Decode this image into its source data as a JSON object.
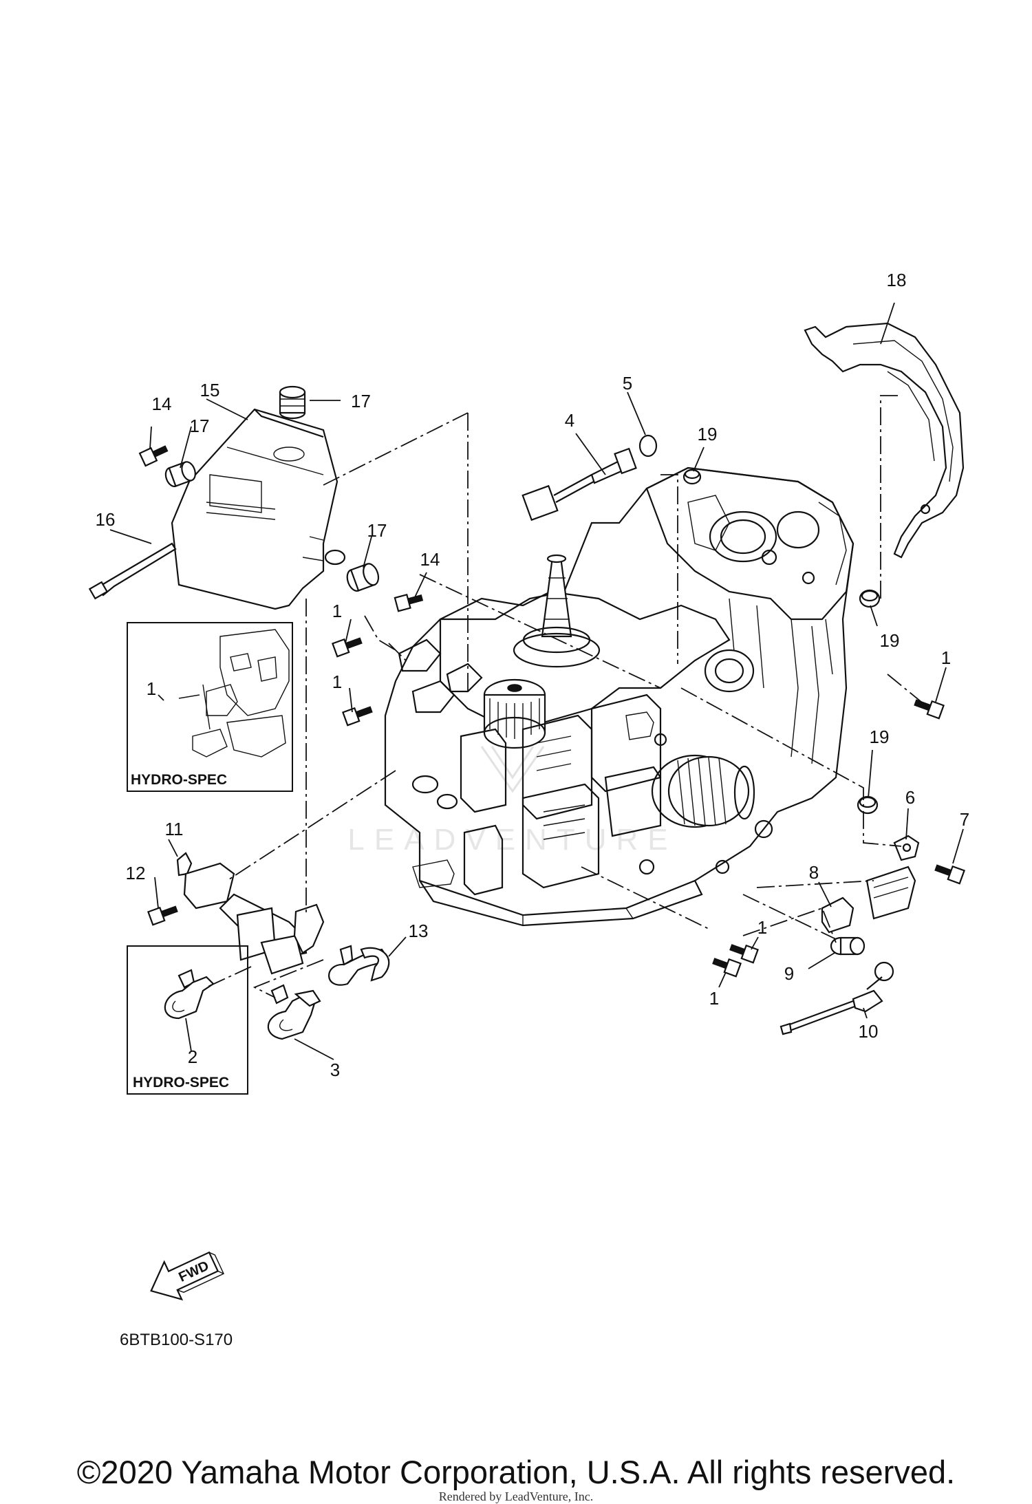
{
  "callouts": [
    {
      "id": "1",
      "label": "1"
    },
    {
      "id": "2",
      "label": "2"
    },
    {
      "id": "3",
      "label": "3"
    },
    {
      "id": "4",
      "label": "4"
    },
    {
      "id": "5",
      "label": "5"
    },
    {
      "id": "6",
      "label": "6"
    },
    {
      "id": "7",
      "label": "7"
    },
    {
      "id": "8",
      "label": "8"
    },
    {
      "id": "9",
      "label": "9"
    },
    {
      "id": "10",
      "label": "10"
    },
    {
      "id": "11",
      "label": "11"
    },
    {
      "id": "12",
      "label": "12"
    },
    {
      "id": "13",
      "label": "13"
    },
    {
      "id": "14",
      "label": "14"
    },
    {
      "id": "15",
      "label": "15"
    },
    {
      "id": "16",
      "label": "16"
    },
    {
      "id": "17",
      "label": "17"
    },
    {
      "id": "18",
      "label": "18"
    },
    {
      "id": "19",
      "label": "19"
    }
  ],
  "inset_upper": {
    "label": "HYDRO-SPEC"
  },
  "inset_lower": {
    "label": "HYDRO-SPEC"
  },
  "fwd_arrow": {
    "label": "FWD",
    "icon": "fwd-arrow-icon"
  },
  "diagram_code": "6BTB100-S170",
  "watermark_text": "LEADVENTURE",
  "footer": {
    "copyright": "©2020 Yamaha Motor Corporation, U.S.A. All rights reserved.",
    "rendered_by": "Rendered by LeadVenture, Inc."
  }
}
